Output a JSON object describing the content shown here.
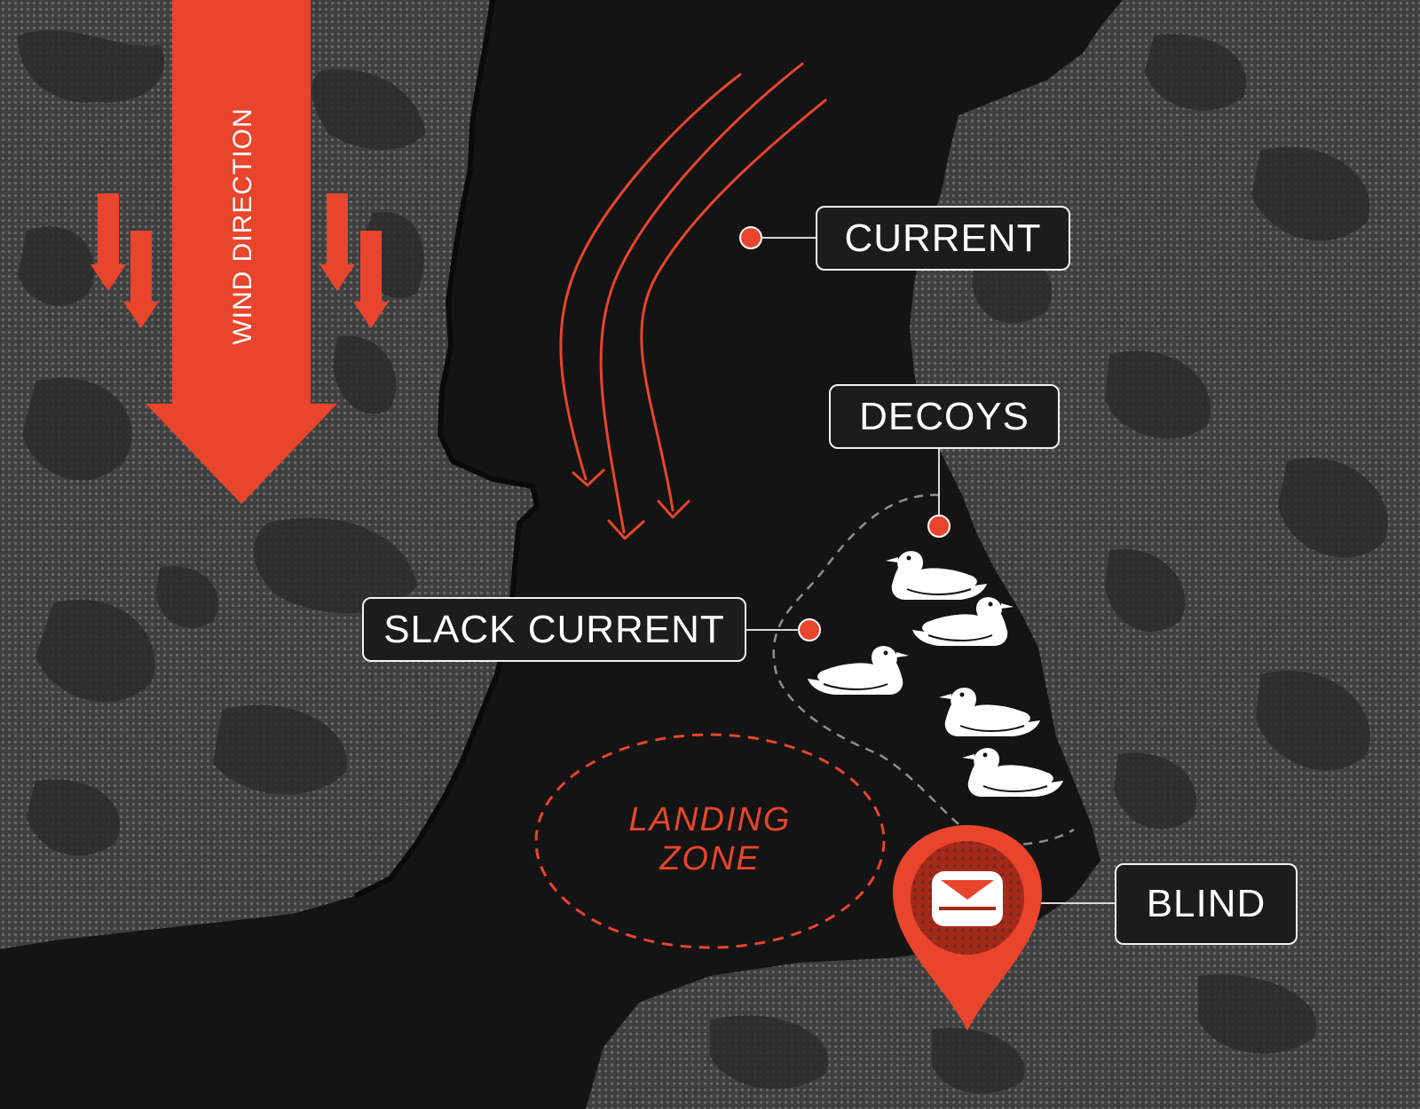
{
  "colors": {
    "accent": "#e8452c",
    "water": "#141414",
    "land": "#4a4a4a",
    "land_dark": "#2b2b2b",
    "label_border": "#f2f2f2",
    "text": "#ffffff",
    "pin_inner": "#a52a1a"
  },
  "wind": {
    "label": "WIND DIRECTION",
    "icon": "down-arrow-icon"
  },
  "labels": {
    "current": "CURRENT",
    "decoys": "DECOYS",
    "slack_current": "SLACK CURRENT",
    "blind": "BLIND"
  },
  "landing_zone": {
    "line1": "LANDING",
    "line2": "ZONE"
  },
  "decoys": {
    "count": 5,
    "icon": "duck-icon"
  },
  "blind_marker": {
    "icon": "map-pin-icon",
    "inner_icon": "blind-icon"
  }
}
